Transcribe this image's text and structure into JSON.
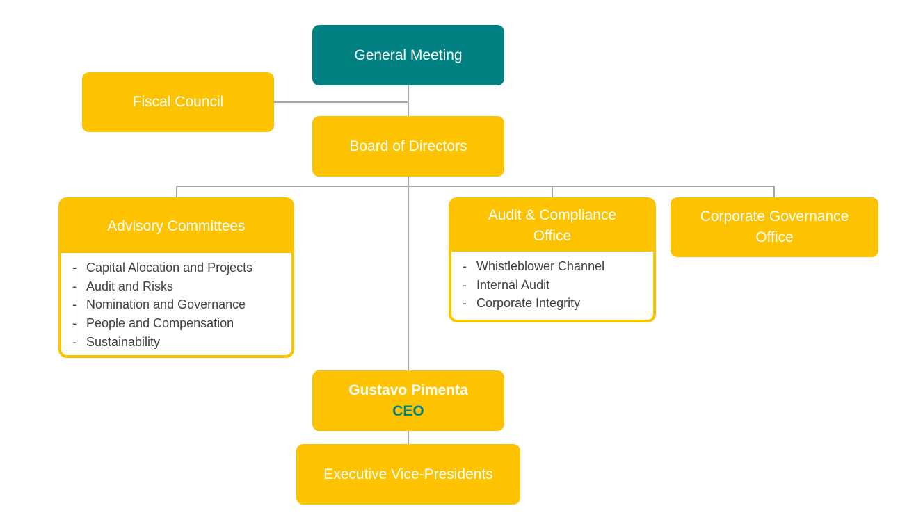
{
  "nodes": {
    "general_meeting": "General Meeting",
    "fiscal_council": "Fiscal Council",
    "board_of_directors": "Board of Directors",
    "advisory_committees": {
      "title": "Advisory Committees",
      "items": [
        "Capital Alocation and Projects",
        "Audit and Risks",
        "Nomination and Governance",
        "People and Compensation",
        "Sustainability"
      ]
    },
    "audit_compliance_office": {
      "title": "Audit & Compliance Office",
      "items": [
        "Whistleblower Channel",
        "Internal Audit",
        "Corporate Integrity"
      ]
    },
    "corporate_governance_office": "Corporate Governance Office",
    "ceo": {
      "name": "Gustavo Pimenta",
      "role": "CEO"
    },
    "executive_vps": "Executive Vice-Presidents"
  },
  "colors": {
    "primary_teal": "#008080",
    "accent_yellow": "#FDC200",
    "connector_gray": "#A6A6A6"
  }
}
